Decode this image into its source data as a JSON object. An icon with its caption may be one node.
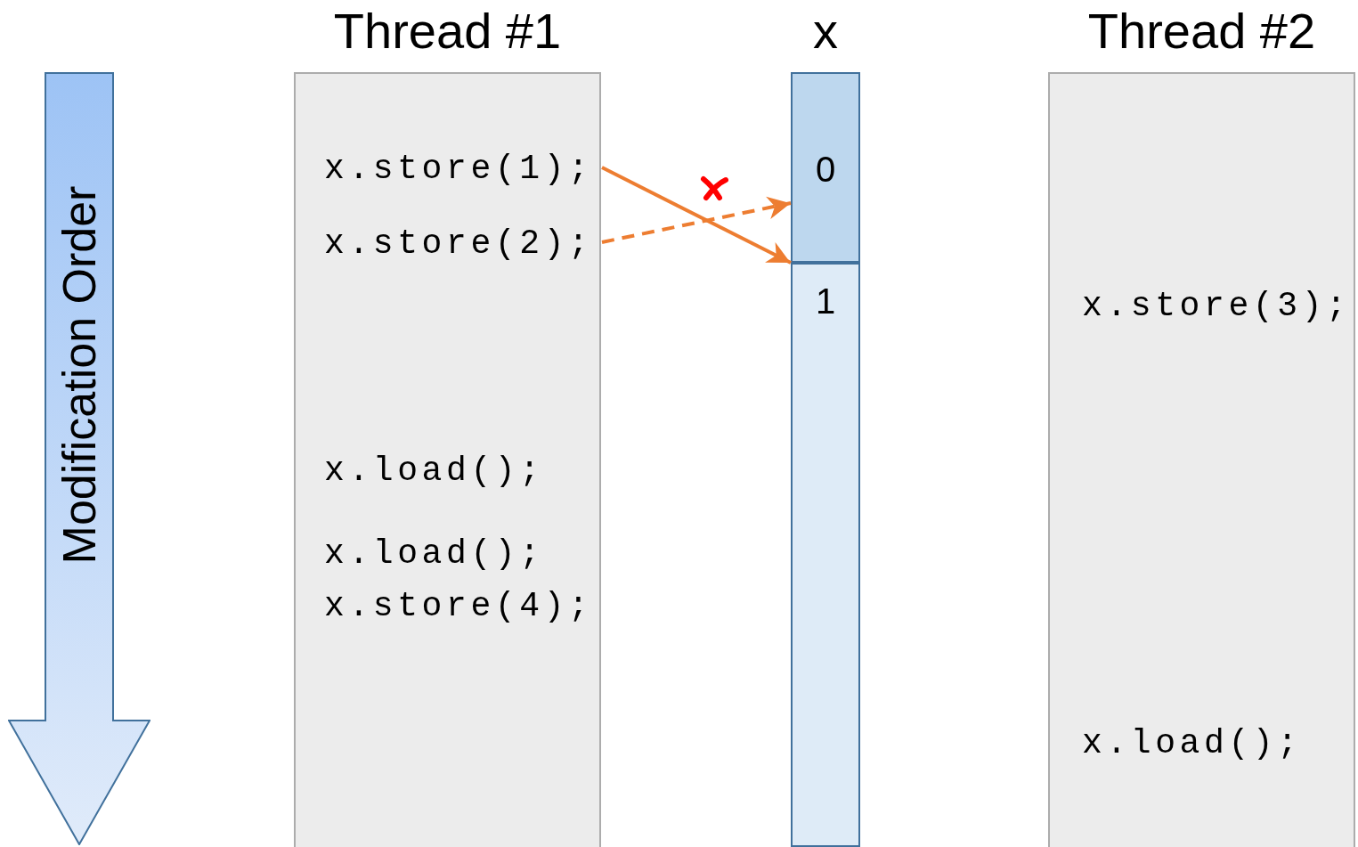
{
  "diagram": {
    "nodes": [
      {
        "text": [
          "Modification Order"
        ]
      },
      {
        "text": [
          "Thread #1"
        ]
      },
      {
        "text": [
          "x.store(1);"
        ],
        "in": 1
      },
      {
        "text": [
          "x.store(2);"
        ],
        "in": 1
      },
      {
        "text": [
          "x.load();"
        ],
        "in": 1
      },
      {
        "text": [
          "x.load();"
        ],
        "in": 1
      },
      {
        "text": [
          "x.store(4);"
        ],
        "in": 1
      },
      {
        "text": [
          "x"
        ]
      },
      {
        "text": [
          "0"
        ],
        "in": 7
      },
      {
        "text": [
          "1"
        ],
        "in": 7
      },
      {
        "text": [
          "Thread #2"
        ]
      },
      {
        "text": [
          "x.store(3);"
        ],
        "in": 10
      },
      {
        "text": [
          "x.load();"
        ],
        "in": 10
      }
    ],
    "edges": [
      {
        "from": 2,
        "to": 9,
        "arrow": "to"
      },
      {
        "from": 3,
        "to": 8,
        "arrow": "to",
        "style": "dashed"
      }
    ]
  }
}
